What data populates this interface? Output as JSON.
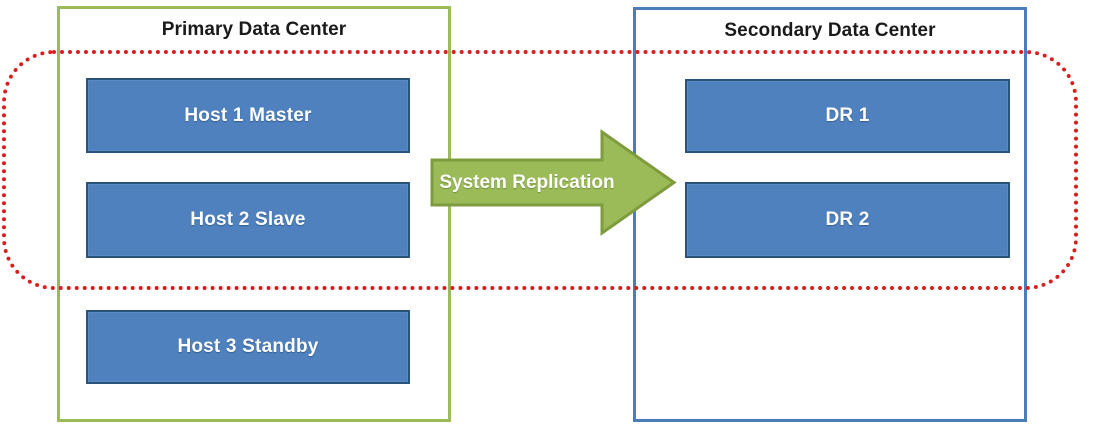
{
  "diagram": {
    "title_primary": "Primary Data Center",
    "title_secondary": "Secondary Data Center",
    "colors": {
      "primary_border": "#9BBB59",
      "secondary_border": "#4A7EBB",
      "node_fill": "#4E81BD",
      "node_border": "#2B5279",
      "arrow_fill": "#9BBB59",
      "arrow_border": "#7E9B3E",
      "scope_outline": "#D91E1E",
      "node_text": "#FFFFFF",
      "title_text": "#1A1A1A"
    },
    "primary": {
      "label": "Primary Data Center",
      "nodes": [
        {
          "label": "Host 1 Master"
        },
        {
          "label": "Host 2 Slave"
        },
        {
          "label": "Host 3 Standby"
        }
      ]
    },
    "secondary": {
      "label": "Secondary Data Center",
      "nodes": [
        {
          "label": "DR 1"
        },
        {
          "label": "DR 2"
        }
      ]
    },
    "arrow": {
      "label": "System Replication",
      "direction": "right",
      "from": "Primary Data Center",
      "to": "Secondary Data Center"
    },
    "scope": {
      "name": "replication-scope",
      "style": "red-dotted-rounded-rectangle",
      "covers": [
        "Host 1 Master",
        "Host 2 Slave",
        "DR 1",
        "DR 2"
      ]
    }
  }
}
